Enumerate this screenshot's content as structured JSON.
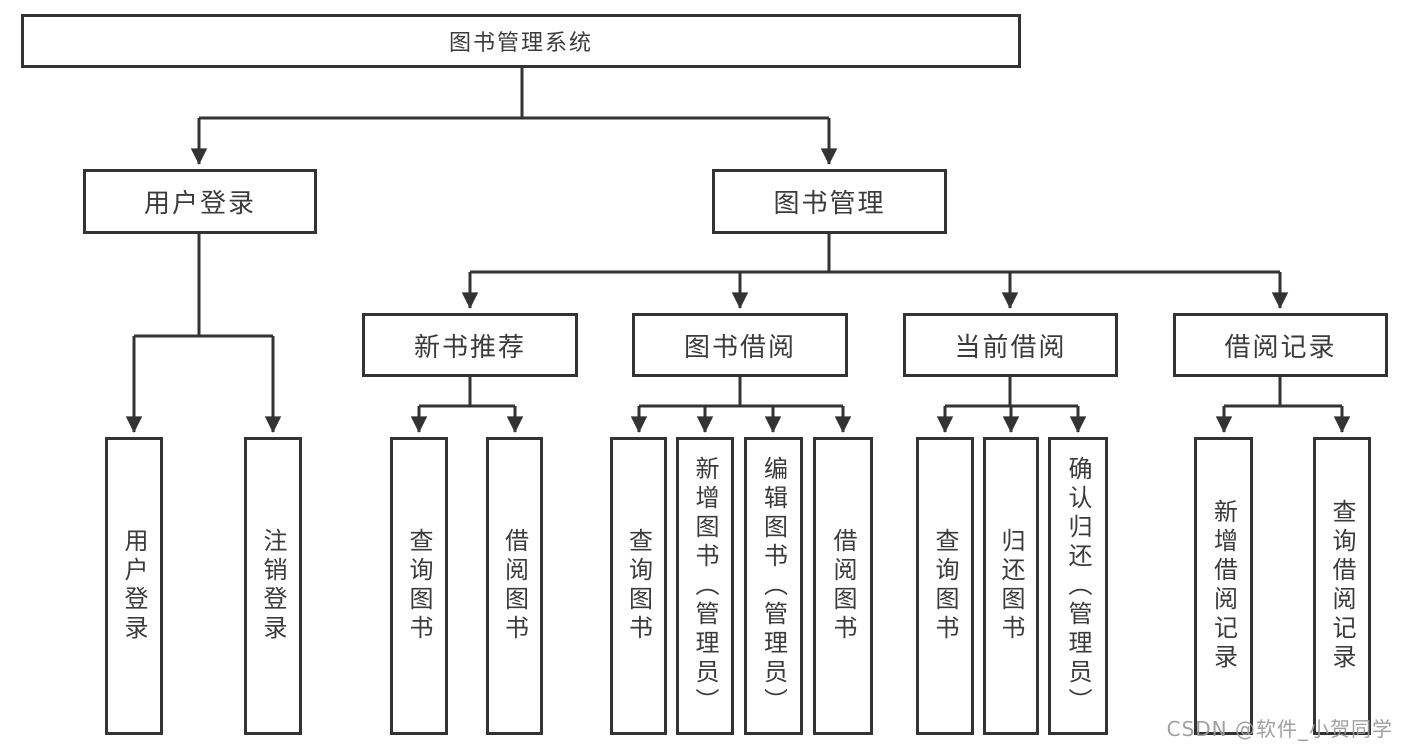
{
  "diagram_type": "hierarchy-tree",
  "colors": {
    "line": "#333333",
    "box_border": "#333333",
    "text": "#3b3b3b",
    "background": "#ffffff",
    "watermark": "#9b9b9b"
  },
  "tree": {
    "label": "图书管理系统",
    "children": [
      {
        "label": "用户登录",
        "children": [
          {
            "label": "用户登录"
          },
          {
            "label": "注销登录"
          }
        ]
      },
      {
        "label": "图书管理",
        "children": [
          {
            "label": "新书推荐",
            "children": [
              {
                "label": "查询图书"
              },
              {
                "label": "借阅图书"
              }
            ]
          },
          {
            "label": "图书借阅",
            "children": [
              {
                "label": "查询图书"
              },
              {
                "label": "新增图书（管理员）"
              },
              {
                "label": "编辑图书（管理员）"
              },
              {
                "label": "借阅图书"
              }
            ]
          },
          {
            "label": "当前借阅",
            "children": [
              {
                "label": "查询图书"
              },
              {
                "label": "归还图书"
              },
              {
                "label": "确认归还（管理员）"
              }
            ]
          },
          {
            "label": "借阅记录",
            "children": [
              {
                "label": "新增借阅记录"
              },
              {
                "label": "查询借阅记录"
              }
            ]
          }
        ]
      }
    ]
  },
  "watermark": "CSDN @软件_小贺同学"
}
